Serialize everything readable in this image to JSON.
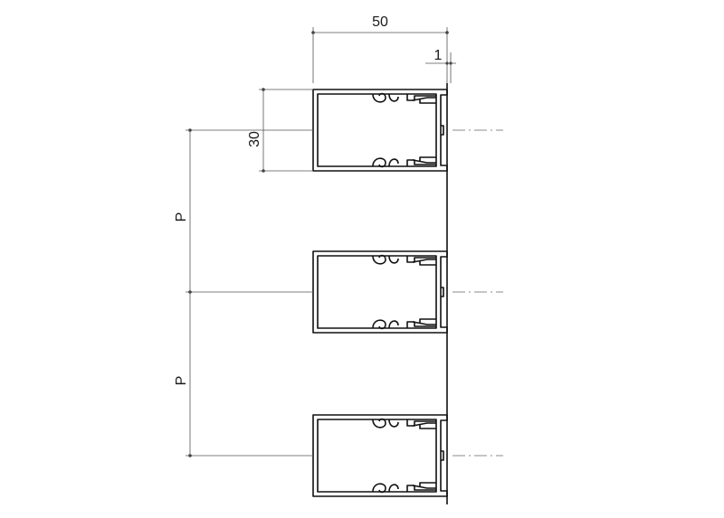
{
  "dimensions": {
    "width": "50",
    "offset": "1",
    "height": "30",
    "pitch_1": "P",
    "pitch_2": "P"
  },
  "profile_count": 3
}
